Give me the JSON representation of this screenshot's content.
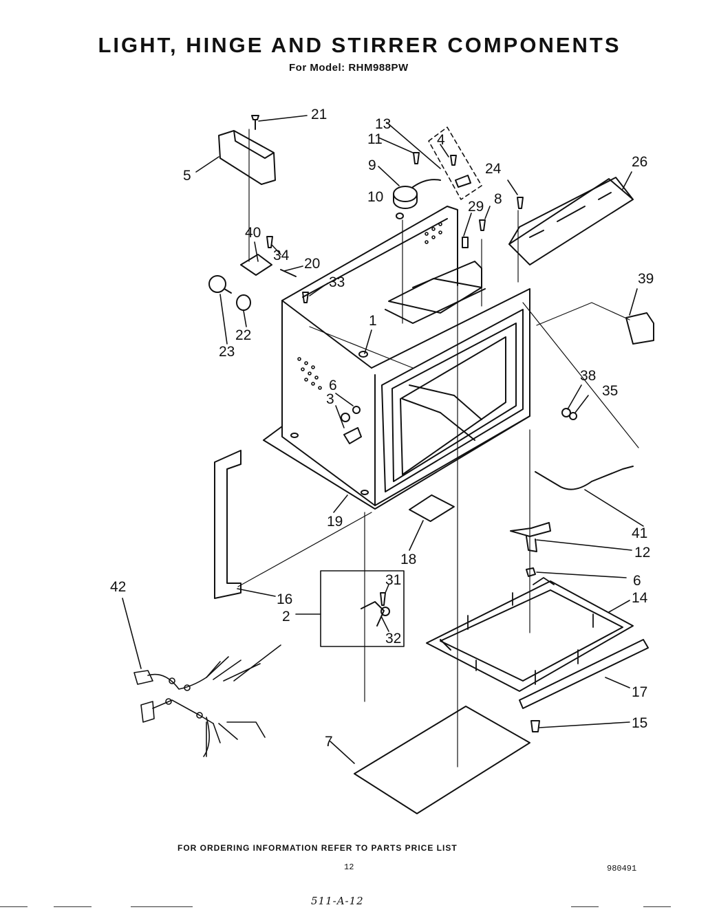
{
  "title": "LIGHT, HINGE AND STIRRER COMPONENTS",
  "subtitle": "For Model: RHM988PW",
  "footer_note": "FOR ORDERING INFORMATION REFER TO PARTS PRICE LIST",
  "page_number": "12",
  "document_number": "980491",
  "handwritten_note": "511-A-12",
  "callouts": {
    "c1": "1",
    "c2": "2",
    "c3": "3",
    "c4": "4",
    "c5": "5",
    "c6a": "6",
    "c6b": "6",
    "c7": "7",
    "c8": "8",
    "c9": "9",
    "c10": "10",
    "c11": "11",
    "c12": "12",
    "c13": "13",
    "c14": "14",
    "c15": "15",
    "c16": "16",
    "c17": "17",
    "c18": "18",
    "c19": "19",
    "c20": "20",
    "c21": "21",
    "c22": "22",
    "c23": "23",
    "c24": "24",
    "c26": "26",
    "c29": "29",
    "c31": "31",
    "c32": "32",
    "c33": "33",
    "c34": "34",
    "c35": "35",
    "c38": "38",
    "c39": "39",
    "c40": "40",
    "c41": "41",
    "c42": "42"
  }
}
